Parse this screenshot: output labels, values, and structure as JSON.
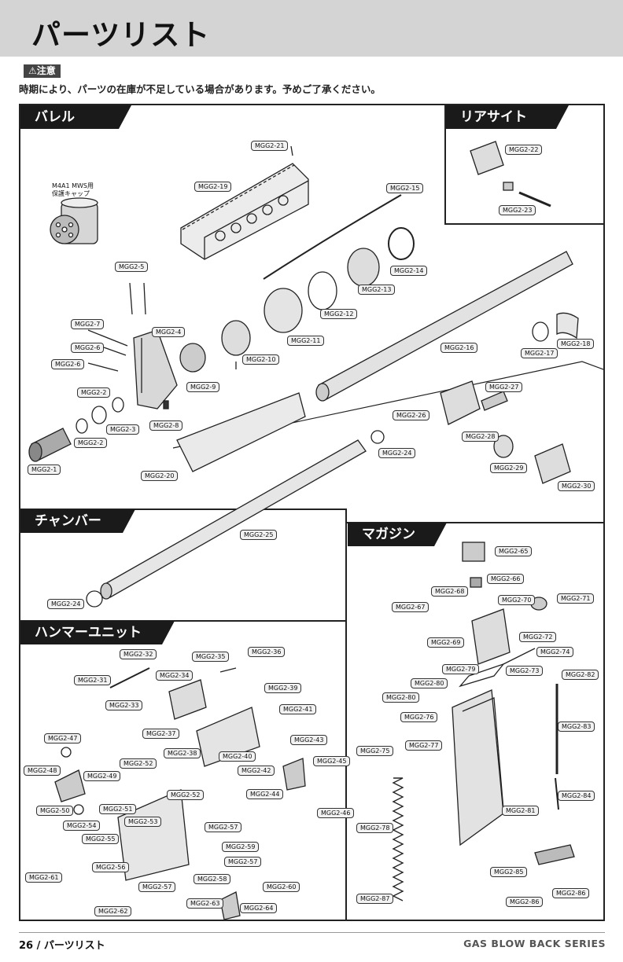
{
  "page": {
    "title": "パーツリスト",
    "notice_badge": "⚠注意",
    "notice_text": "時期により、パーツの在庫が不足している場合があります。予めご了承ください。"
  },
  "sections": {
    "barrel": "バレル",
    "rear_sight": "リアサイト",
    "chamber": "チャンバー",
    "magazine": "マガジン",
    "hammer_unit": "ハンマーユニット"
  },
  "notes": {
    "cap_line1": "M4A1 MWS用",
    "cap_line2": "保護キャップ"
  },
  "parts": {
    "p1": "MGG2-1",
    "p2a": "MGG2-2",
    "p2b": "MGG2-2",
    "p3": "MGG2-3",
    "p4": "MGG2-4",
    "p5": "MGG2-5",
    "p6a": "MGG2-6",
    "p6b": "MGG2-6",
    "p7": "MGG2-7",
    "p8": "MGG2-8",
    "p9": "MGG2-9",
    "p10": "MGG2-10",
    "p11": "MGG2-11",
    "p12": "MGG2-12",
    "p13": "MGG2-13",
    "p14": "MGG2-14",
    "p15": "MGG2-15",
    "p16": "MGG2-16",
    "p17": "MGG2-17",
    "p18": "MGG2-18",
    "p19": "MGG2-19",
    "p20": "MGG2-20",
    "p21": "MGG2-21",
    "p22": "MGG2-22",
    "p23": "MGG2-23",
    "p24a": "MGG2-24",
    "p24b": "MGG2-24",
    "p25": "MGG2-25",
    "p26": "MGG2-26",
    "p27": "MGG2-27",
    "p28": "MGG2-28",
    "p29": "MGG2-29",
    "p30": "MGG2-30",
    "p31": "MGG2-31",
    "p32": "MGG2-32",
    "p33": "MGG2-33",
    "p34": "MGG2-34",
    "p35": "MGG2-35",
    "p36": "MGG2-36",
    "p37": "MGG2-37",
    "p38": "MGG2-38",
    "p39": "MGG2-39",
    "p40": "MGG2-40",
    "p41": "MGG2-41",
    "p42": "MGG2-42",
    "p43": "MGG2-43",
    "p44": "MGG2-44",
    "p45": "MGG2-45",
    "p46": "MGG2-46",
    "p47": "MGG2-47",
    "p48": "MGG2-48",
    "p49": "MGG2-49",
    "p50": "MGG2-50",
    "p51": "MGG2-51",
    "p52a": "MGG2-52",
    "p52b": "MGG2-52",
    "p53": "MGG2-53",
    "p54": "MGG2-54",
    "p55": "MGG2-55",
    "p56": "MGG2-56",
    "p57a": "MGG2-57",
    "p57b": "MGG2-57",
    "p57c": "MGG2-57",
    "p58": "MGG2-58",
    "p59": "MGG2-59",
    "p60": "MGG2-60",
    "p61": "MGG2-61",
    "p62": "MGG2-62",
    "p63": "MGG2-63",
    "p64": "MGG2-64",
    "p65": "MGG2-65",
    "p66": "MGG2-66",
    "p67": "MGG2-67",
    "p68": "MGG2-68",
    "p69": "MGG2-69",
    "p70": "MGG2-70",
    "p71": "MGG2-71",
    "p72": "MGG2-72",
    "p73": "MGG2-73",
    "p74": "MGG2-74",
    "p75": "MGG2-75",
    "p76": "MGG2-76",
    "p77": "MGG2-77",
    "p78": "MGG2-78",
    "p79": "MGG2-79",
    "p80a": "MGG2-80",
    "p80b": "MGG2-80",
    "p81": "MGG2-81",
    "p82": "MGG2-82",
    "p83": "MGG2-83",
    "p84": "MGG2-84",
    "p85": "MGG2-85",
    "p86a": "MGG2-86",
    "p86b": "MGG2-86",
    "p87": "MGG2-87"
  },
  "footer": {
    "page_label": "26 / パーツリスト",
    "series": "GAS BLOW BACK SERIES"
  }
}
